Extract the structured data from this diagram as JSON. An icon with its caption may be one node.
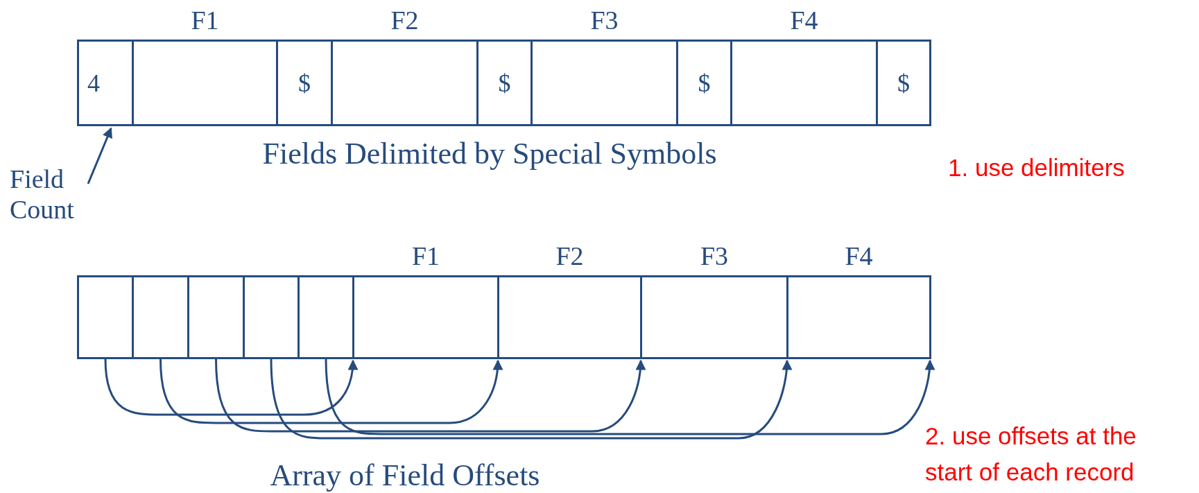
{
  "diagram": {
    "nodes": [
      {
        "text": [
          "4"
        ]
      },
      {
        "text": [
          "F1"
        ]
      },
      {
        "text": [
          "$"
        ]
      },
      {
        "text": [
          "F2"
        ]
      },
      {
        "text": [
          "$"
        ]
      },
      {
        "text": [
          "F3"
        ]
      },
      {
        "text": [
          "$"
        ]
      },
      {
        "text": [
          "F4"
        ]
      },
      {
        "text": [
          "$"
        ]
      },
      {
        "text": [
          "Field Count"
        ]
      },
      {
        "text": [],
        "shape": "box"
      },
      {
        "text": [],
        "shape": "box"
      },
      {
        "text": [],
        "shape": "box"
      },
      {
        "text": [],
        "shape": "box"
      },
      {
        "text": [],
        "shape": "box"
      },
      {
        "text": [
          "F1"
        ]
      },
      {
        "text": [
          "F2"
        ]
      },
      {
        "text": [
          "F3"
        ]
      },
      {
        "text": [
          "F4"
        ]
      }
    ],
    "edges": [
      {
        "from": 9,
        "to": 0,
        "arrow": "to"
      },
      {
        "from": 10,
        "to": 15,
        "arrow": "to"
      },
      {
        "from": 11,
        "to": 16,
        "arrow": "to"
      },
      {
        "from": 12,
        "to": 17,
        "arrow": "to"
      },
      {
        "from": 13,
        "to": 18,
        "arrow": "to"
      },
      {
        "from": 14,
        "to": 18,
        "arrow": "to"
      }
    ],
    "labels": [
      "Fields Delimited by Special Symbols",
      "1. use delimiters",
      "Array of Field Offsets",
      "2. use offsets at the start of each record"
    ]
  }
}
